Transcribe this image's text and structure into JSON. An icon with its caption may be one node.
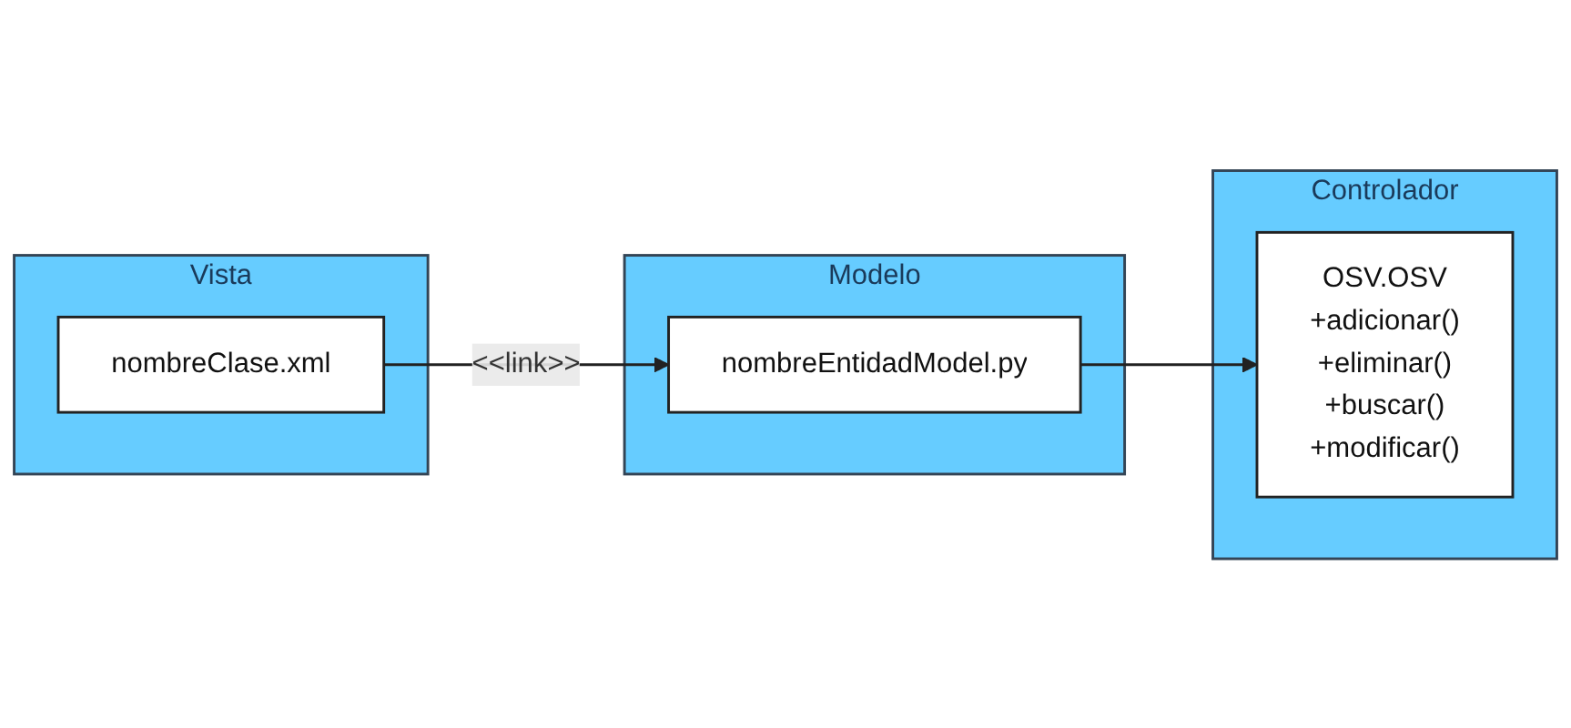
{
  "diagram": {
    "nodes": [
      {
        "text": [
          "Vista"
        ]
      },
      {
        "text": [
          "nombreClase.xml"
        ],
        "in": 0
      },
      {
        "text": [
          "Modelo"
        ]
      },
      {
        "text": [
          "nombreEntidadModel.py"
        ],
        "in": 2
      },
      {
        "text": [
          "Controlador"
        ]
      },
      {
        "text": [
          "OSV.OSV",
          "+adicionar() +eliminar() +buscar() +modificar()"
        ],
        "in": 4
      }
    ],
    "edges": [
      {
        "from": 1,
        "to": 3,
        "arrow": "to",
        "label": "<<link>>"
      },
      {
        "from": 3,
        "to": 5,
        "arrow": "to"
      }
    ]
  }
}
